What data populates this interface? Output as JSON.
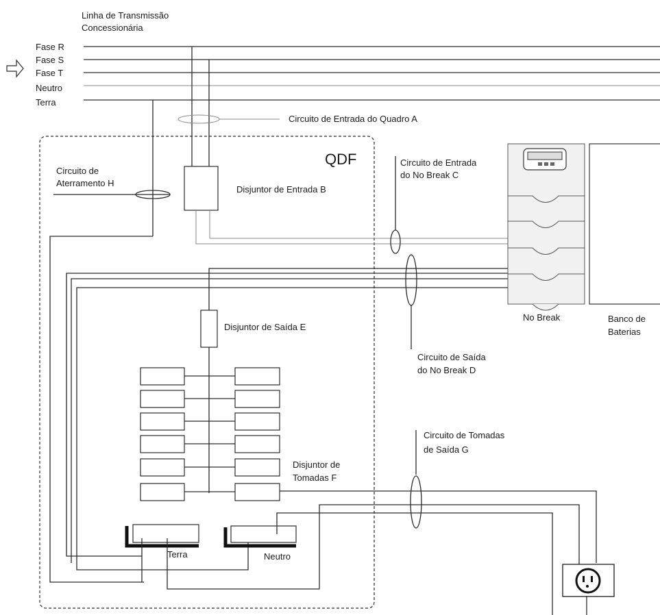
{
  "labels": {
    "transmission_line": [
      "Linha de Transmissão",
      "Concessionária"
    ],
    "phase_r": "Fase R",
    "phase_s": "Fase S",
    "phase_t": "Fase T",
    "neutral": "Neutro",
    "earth": "Terra",
    "panel_input_circuit": "Circuito de Entrada do Quadro  A",
    "qdf": "QDF",
    "grounding_circuit": [
      "Circuito de",
      "Aterramento H"
    ],
    "input_breaker": "Disjuntor de Entrada B",
    "ups_input_circuit": [
      "Circuito de Entrada",
      "do No Break  C"
    ],
    "output_breaker": "Disjuntor de Saída  E",
    "ups_output_circuit": [
      "Circuito de Saída",
      "do No Break  D"
    ],
    "ups": "No Break",
    "battery_bank": [
      "Banco de",
      "Baterias"
    ],
    "outlet_circuit": [
      "Circuito de Tomadas",
      "de Saída  G"
    ],
    "outlet_breakers": [
      "Disjuntor de",
      "Tomadas F"
    ],
    "earth_bar": "Terra",
    "neutral_bar": "Neutro"
  },
  "icons": {
    "input_arrow": "arrow-right-icon",
    "outlet": "power-outlet-icon"
  }
}
